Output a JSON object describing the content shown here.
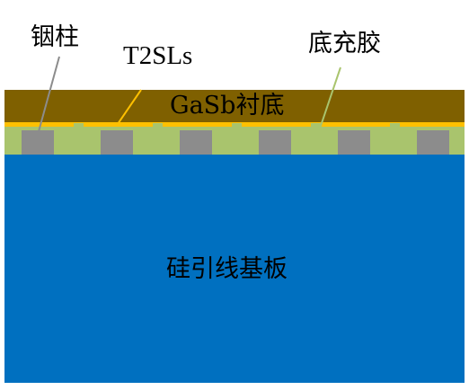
{
  "labels": {
    "indium_bump": "铟柱",
    "t2sls": "T2SLs",
    "underfill": "底充胶",
    "gasb_substrate": "GaSb衬底",
    "silicon_readout": "硅引线基板"
  },
  "colors": {
    "gasb_substrate": "#7F6000",
    "t2sls_layer": "#FFC000",
    "underfill": "#A9C46D",
    "indium_bump": "#8C8C8C",
    "silicon_substrate": "#0070C0",
    "leader_line_indium": "#8C8C8C",
    "leader_line_t2sls": "#FFC000",
    "leader_line_underfill": "#A9C46D"
  },
  "structure": {
    "indium_bump_count": 6,
    "mesa_count": 5
  }
}
